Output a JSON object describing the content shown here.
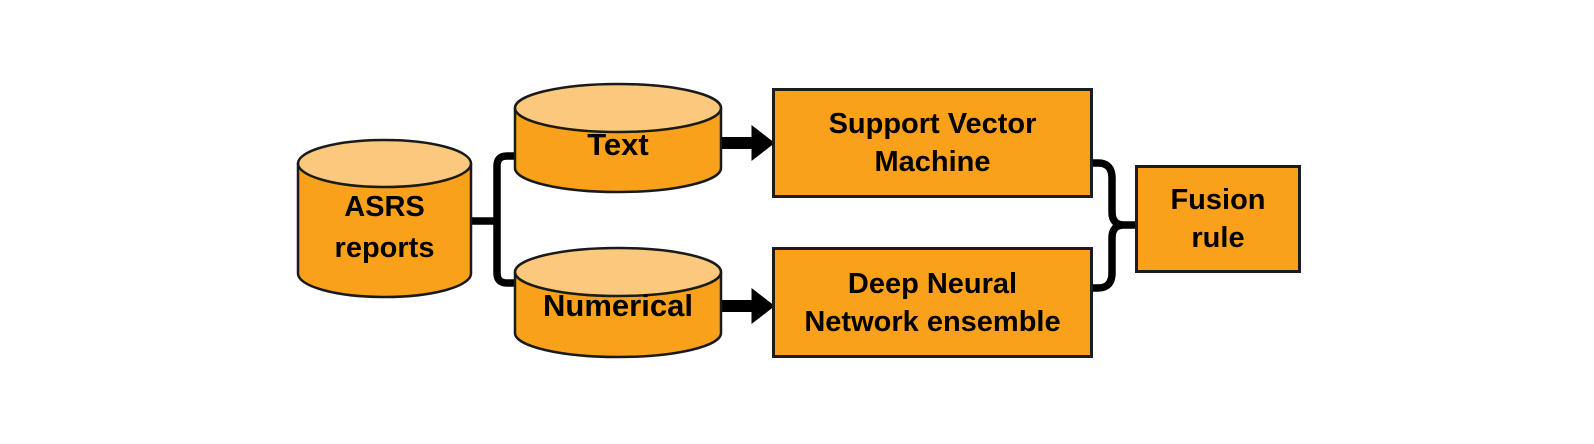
{
  "diagram": {
    "colors": {
      "background": "#FFFFFF",
      "node_fill": "#F9A11B",
      "cylinder_top_fill": "#FBC97E",
      "outline": "#1A1A1A",
      "connector": "#000000",
      "label_text": "#000000"
    },
    "nodes": {
      "asrs": {
        "type": "cylinder",
        "label": "ASRS\nreports"
      },
      "text": {
        "type": "cylinder",
        "label": "Text"
      },
      "numerical": {
        "type": "cylinder",
        "label": "Numerical"
      },
      "svm": {
        "type": "process-box",
        "label": "Support Vector\nMachine"
      },
      "dnn": {
        "type": "process-box",
        "label": "Deep Neural\nNetwork ensemble"
      },
      "fusion": {
        "type": "process-box",
        "label": "Fusion\nrule"
      }
    },
    "edges": [
      {
        "from": "asrs",
        "to": "text",
        "style": "elbow-split"
      },
      {
        "from": "asrs",
        "to": "numerical",
        "style": "elbow-split"
      },
      {
        "from": "text",
        "to": "svm",
        "style": "arrow"
      },
      {
        "from": "numerical",
        "to": "dnn",
        "style": "arrow"
      },
      {
        "from": "svm",
        "to": "fusion",
        "style": "brace-merge"
      },
      {
        "from": "dnn",
        "to": "fusion",
        "style": "brace-merge"
      }
    ]
  }
}
